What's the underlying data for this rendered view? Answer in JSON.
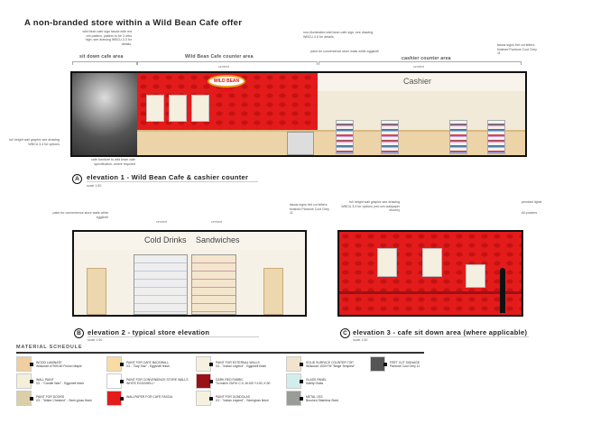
{
  "title": "A non-branded store within a Wild Bean Cafe offer",
  "elevation1": {
    "notes": {
      "fascia": "wild bean cafe sign fascia with red orb pattern, pattern to be 3 orbs high. see drawing WBCU.3.3 for details.",
      "sign": "non-illuminated wild bean cafe sign. see drawing WBCU.3.5 for details.",
      "paint": "paint for convenience store walls white eggshell",
      "fascia_signs": "fascia signs fret cut letters finished Pantone Cool Grey 11",
      "wall_graphic": "full height wall graphic see drawing WBCU.3.4 for options",
      "furniture": "cafe furniture to wild bean cafe specification, where required"
    },
    "areas": [
      "sit down cafe area",
      "Wild Bean Cafe counter area",
      "cashier counter area"
    ],
    "centred": "centred",
    "logo": "WILD BEAN CAFE",
    "cashier_sign": "Cashier",
    "marker": "A",
    "caption": "elevation 1 - Wild Bean Cafe & cashier counter",
    "scale": "scale 1:50"
  },
  "elevation2": {
    "notes": {
      "paint": "paint for convenience store walls white eggshell",
      "fascia_signs": "fascia signs fret cut letters finished Pantone Cool Grey 11"
    },
    "centred": "centred",
    "signs": [
      "Cold Drinks",
      "Sandwiches"
    ],
    "marker": "B",
    "caption": "elevation 2 - typical store elevation",
    "scale": "scale 1:50"
  },
  "elevation3": {
    "notes": {
      "wall_graphic": "full height wall graphic see drawing WBCU.3.4 for options (red orb wallpaper shown)",
      "pendant": "pendant lights",
      "posters": "A0 posters"
    },
    "marker": "C",
    "caption": "elevation 3 - cafe sit down area (where applicable)",
    "scale": "scale 1:50"
  },
  "material_schedule": {
    "title": "MATERIAL SCHEDULE",
    "items": [
      {
        "name": "WOOD LAMINATE",
        "spec": "Wilsonart #7909-60 Fusion Maple",
        "color": "#efcf9f"
      },
      {
        "name": "WALL PAINT",
        "spec": "ICI - \"Candle Wax\" - Eggshell finish",
        "color": "#f4efd9"
      },
      {
        "name": "PAINT FOR DOORS",
        "spec": "ICI - \"Water Chestnut\" - Semi-gloss finish",
        "color": "#dccfa8"
      },
      {
        "name": "PAINT FOR CAFE BACKWALL",
        "spec": "ICI - \"Day Star\" - Eggshell finish",
        "color": "#f9dca3"
      },
      {
        "name": "PAINT FOR CONVENIENCE STORE WALLS",
        "spec": "WHITE EGGSHELL*",
        "color": "#ffffff"
      },
      {
        "name": "WALLPAPER FOR CAFE FASCIA",
        "spec": "",
        "color": "#e51c1c"
      },
      {
        "name": "PAINT FOR EXTERNAL WALLS",
        "spec": "ICI - \"Indian Legend\" - Eggshell finish",
        "color": "#f6f1de"
      },
      {
        "name": "DARK RED FABRIC",
        "spec": "To match CMYK C:0, M:100 Y:100, K:30",
        "color": "#9a1116"
      },
      {
        "name": "PAINT FOR GONDOLAS",
        "spec": "ICI - \"Indian Legend\" - Semigloss finish",
        "color": "#f6f1de"
      },
      {
        "name": "SOLID SURFACE COUNTER TOP",
        "spec": "Wilsonart 1530 FM \"Beige Tempest\"",
        "color": "#f1e3cc"
      },
      {
        "name": "GLASS PANEL",
        "spec": "Safety Glass",
        "color": "#d2eeec"
      },
      {
        "name": "METAL LEG",
        "spec": "Brushed Stainless Steel.",
        "color": "#9a9c98"
      },
      {
        "name": "FRET CUT SIGNAGE",
        "spec": "Pantone Cool Grey 11",
        "color": "#555555"
      }
    ]
  }
}
